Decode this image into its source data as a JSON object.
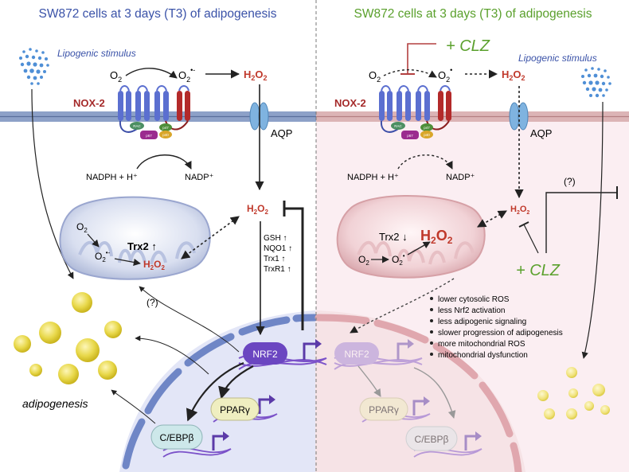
{
  "left_panel": {
    "title": "SW872 cells at 3 days (T3) of adipogenesis",
    "stimulus": "Lipogenic stimulus",
    "nox_label": "NOX-2",
    "o2": "O",
    "o2_sub": "2",
    "superoxide": "O",
    "superoxide_sub": "2",
    "superoxide_sup": "•-",
    "h2o2_top": "H2O2",
    "aqp": "AQP",
    "nadph": "NADPH + H⁺",
    "nadp": "NADP⁺",
    "h2o2_cyto": "H2O2",
    "mito_o2": "O",
    "mito_o2_sub": "2",
    "mito_superoxide": "O",
    "mito_superoxide_sub": "2",
    "mito_superoxide_sup": "•-",
    "trx2": "Trx2 ↑",
    "mito_h2o2": "H2O2",
    "question": "(?)",
    "targets": [
      "GSH ↑",
      "NQO1 ↑",
      "Trx1 ↑",
      "TrxR1 ↑"
    ],
    "nrf2": "NRF2",
    "ppar": "PPARγ",
    "cebp": "C/EBPβ",
    "adipogenesis": "adipogenesis",
    "subunits": [
      "RAC",
      "p47",
      "p67",
      "p40"
    ]
  },
  "right_panel": {
    "title": "SW872 cells at 3 days (T3) of adipogenesis",
    "clz_top": "+ CLZ",
    "stimulus": "Lipogenic stimulus",
    "nox_label": "NOX-2",
    "o2": "O",
    "o2_sub": "2",
    "superoxide": "O",
    "superoxide_sub": "2",
    "superoxide_sup": "•",
    "h2o2_top": "H2O2",
    "aqp": "AQP",
    "nadph": "NADPH + H⁺",
    "nadp": "NADP⁺",
    "question": "(?)",
    "h2o2_cyto": "H2O2",
    "trx2": "Trx2 ↓",
    "mito_h2o2": "H2O2",
    "mito_o2": "O",
    "mito_o2_sub": "2",
    "mito_superoxide": "O",
    "mito_superoxide_sub": "2",
    "mito_superoxide_sup": "•",
    "clz_mid": "+ CLZ",
    "effects": [
      "lower cytosolic ROS",
      "less Nrf2 activation",
      "less adipogenic signaling",
      "slower progression of adipogenesis",
      "more mitochondrial ROS",
      "mitochondrial dysfunction"
    ],
    "nrf2": "NRF2",
    "ppar": "PPARγ",
    "cebp": "C/EBPβ",
    "subunits": [
      "RAC",
      "p47",
      "p67",
      "p40"
    ]
  },
  "colors": {
    "left_title": "#3a52a8",
    "right_title": "#5aa02c",
    "clz": "#5aa02c",
    "h2o2": "#c0392b",
    "nox": "#a52a2a",
    "membrane_left": "#7f95bd",
    "membrane_right": "#d7a9a9",
    "right_bg": "#fbeef2",
    "nucleus_left": "#e3e6f7",
    "nucleus_right": "#f6e3e6",
    "nrf2": "#6b46c1",
    "ppar": "#efeec0",
    "cebp": "#cde8ea"
  }
}
